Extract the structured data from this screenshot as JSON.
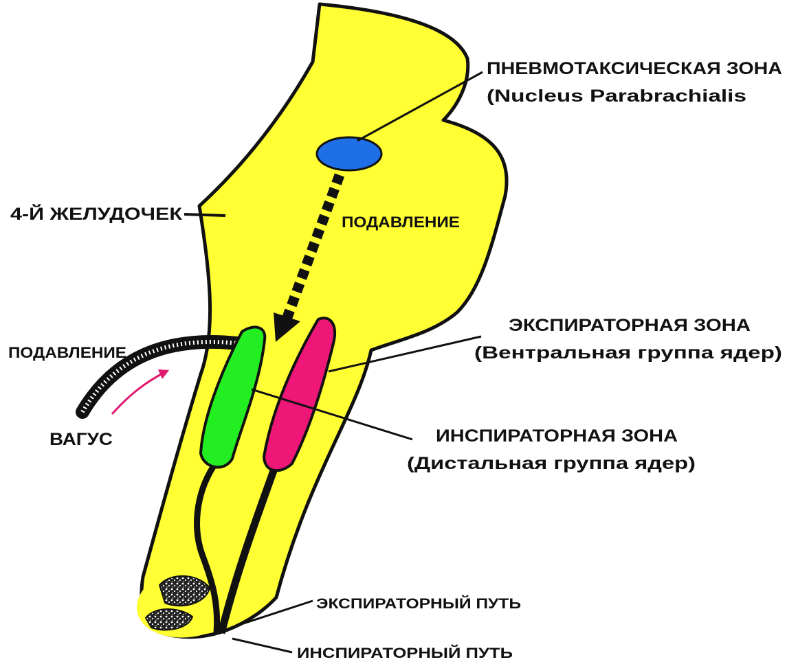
{
  "colors": {
    "brainstem": "#ffff33",
    "outline": "#111111",
    "pneumotaxic_zone": "#1e6ee8",
    "expiratory_zone": "#22ee22",
    "inspiratory_zone": "#ee1677",
    "inhibition_text": "#e0186e",
    "vagus_arrow": "#e0186e"
  },
  "labels": {
    "pneumotaxic_title": "ПНЕВМОТАКСИЧЕСКАЯ ЗОНА",
    "pneumotaxic_subtitle": "(Nucleus Parabrachialis",
    "fourth_ventricle": "4-Й ЖЕЛУДОЧЕК",
    "inhibition_upper": "ПОДАВЛЕНИЕ",
    "inhibition_left": "ПОДАВЛЕНИЕ",
    "expiratory_title": "ЭКСПИРАТОРНАЯ  ЗОНА",
    "expiratory_subtitle": "(Вентральная группа ядер)",
    "vagus": "ВАГУС",
    "inspiratory_title": "ИНСПИРАТОРНАЯ ЗОНА",
    "inspiratory_subtitle": "(Дистальная группа ядер)",
    "expiratory_path": "ЭКСПИРАТОРНЫЙ ПУТЬ",
    "inspiratory_path": "ИНСПИРАТОРНЫЙ ПУТЬ"
  }
}
